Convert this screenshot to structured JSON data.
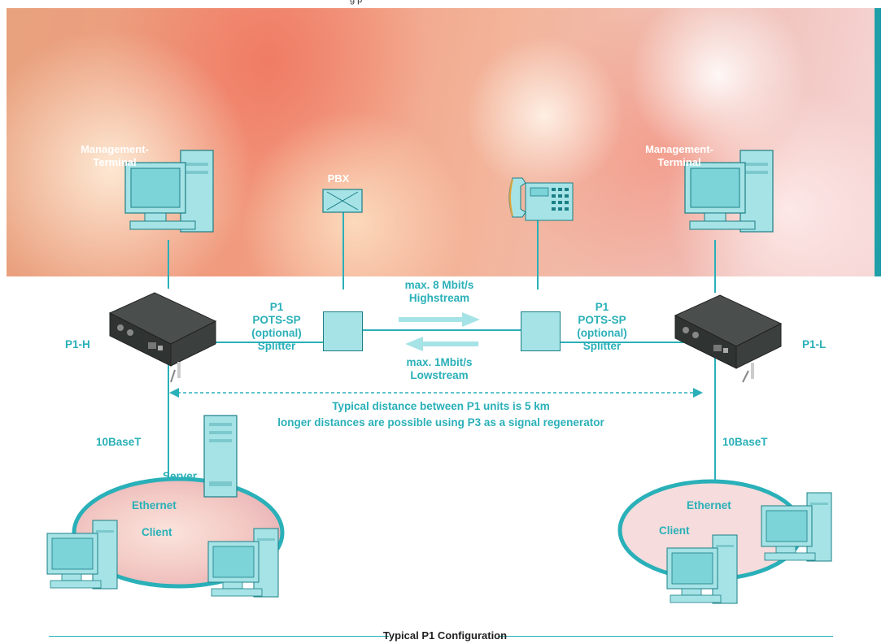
{
  "header_fragment": "g   p",
  "labels": {
    "mgmt_left": "Management-\nTerminal",
    "mgmt_right": "Management-\nTerminal",
    "pbx": "PBX",
    "p1_left_block": "P1\nPOTS-SP\n(optional)\nSplitter",
    "p1_right_block": "P1\nPOTS-SP\n(optional)\nSplitter",
    "p1h": "P1-H",
    "p1l": "P1-L",
    "highstream": "max. 8 Mbit/s\nHighstream",
    "lowstream": "max. 1Mbit/s\nLowstream",
    "distance_line1": "Typical distance between P1 units is 5 km",
    "distance_line2": "longer distances are possible using P3 as a signal regenerator",
    "tenbase_left": "10BaseT",
    "tenbase_right": "10BaseT",
    "server": "Server",
    "ethernet_left": "Ethernet",
    "client_left": "Client",
    "ethernet_right": "Ethernet",
    "client_right": "Client"
  },
  "caption": "Typical P1 Configuration",
  "colors": {
    "accent": "#2ab0b8",
    "accent_dark": "#1f9fa8",
    "device_fill": "#a6e3e6"
  }
}
